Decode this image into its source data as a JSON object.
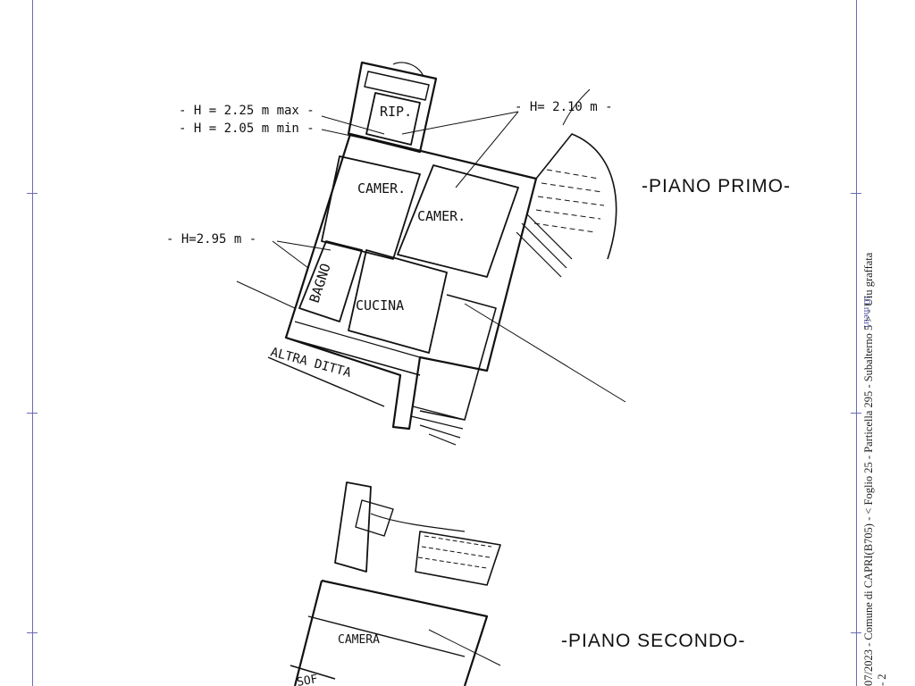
{
  "floors": {
    "first": {
      "title": "-PIANO PRIMO-",
      "rooms": {
        "storage": "RIP.",
        "bedroom_1": "CAMER.",
        "bedroom_2": "CAMER.",
        "bathroom": "BAGNO",
        "kitchen": "CUCINA"
      },
      "heights": {
        "max": "- H = 2.25 m  max -",
        "min": "- H = 2.05 m  min -",
        "right": "- H= 2.10 m -",
        "left": "- H=2.95 m -"
      },
      "neighbor": "ALTRA  DITTA"
    },
    "second": {
      "title": "-PIANO SECONDO-",
      "rooms": {
        "bedroom": "CAMERA",
        "partial": "SOF"
      }
    }
  },
  "margin": {
    "caption": "07/2023 - Comune di CAPRI(B705) - < Foglio 25 - Particella  295 - Subalterno 5 > - Uiu graffata",
    "caption_line2": "- 2",
    "scale": "10 metri"
  },
  "colors": {
    "frame": "#6b6bb5",
    "ink": "#111111"
  }
}
